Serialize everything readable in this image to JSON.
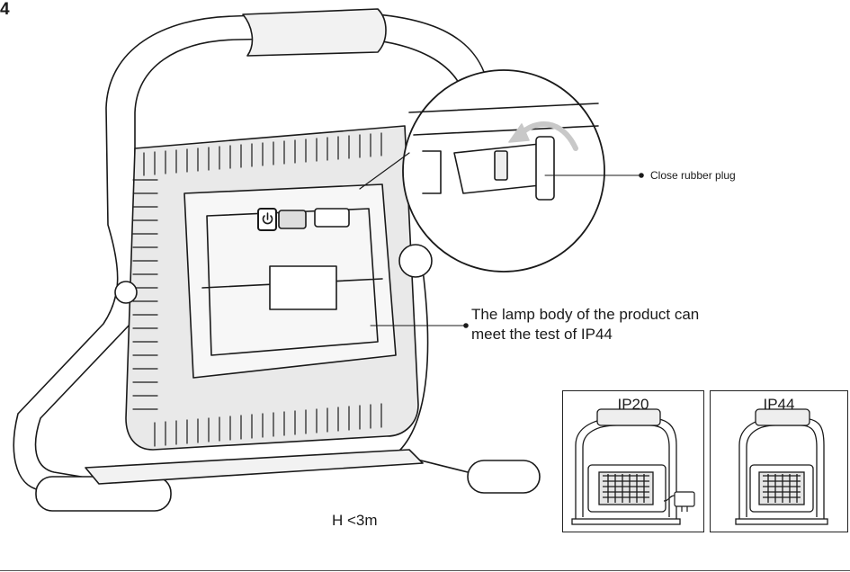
{
  "step": {
    "number": "4"
  },
  "callouts": {
    "plug": "Close  rubber plug",
    "lamp_body_line1": "The lamp body of the product can",
    "lamp_body_line2": "meet the test of IP44",
    "height": "H <3m"
  },
  "rating_boxes": [
    {
      "label": "IP20",
      "cable": true
    },
    {
      "label": "IP44",
      "cable": false
    }
  ],
  "colors": {
    "line": "#1a1a1a",
    "fill_light": "#f2f2f2",
    "fill_mid": "#d9d9d9",
    "arrow": "#c8c8c8"
  }
}
